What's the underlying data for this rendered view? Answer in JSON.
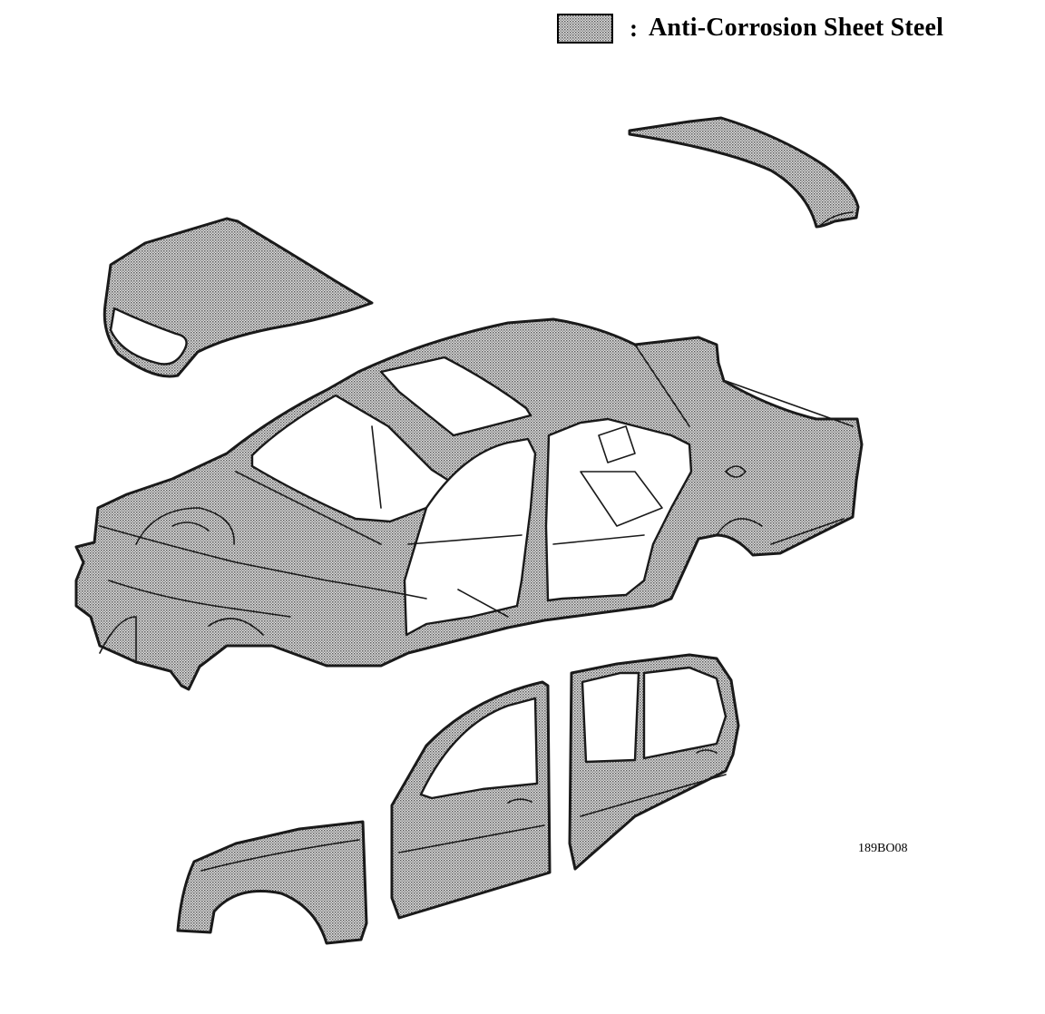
{
  "legend": {
    "swatch_pattern": "fine-dot-halftone",
    "colon": ":",
    "label": "Anti-Corrosion Sheet Steel"
  },
  "figure_code": "189BO08",
  "colors": {
    "ink": "#1a1a1a",
    "background": "#ffffff",
    "halftone": "#8a8a8a"
  },
  "parts": [
    "trunk-lid",
    "hood",
    "body-shell",
    "front-fender",
    "front-door",
    "rear-door"
  ]
}
